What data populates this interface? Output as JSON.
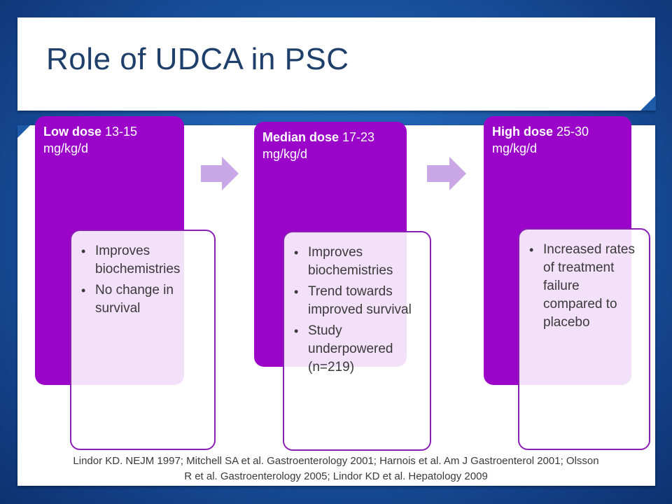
{
  "slide": {
    "title": "Role of UDCA in PSC"
  },
  "stages": [
    {
      "heading_bold": "Low dose",
      "heading_rest": " 13-15 mg/kg/d",
      "bullets": [
        "Improves biochemistries",
        "No change in survival"
      ]
    },
    {
      "heading_bold": "Median dose",
      "heading_rest": " 17-23 mg/kg/d",
      "bullets": [
        "Improves biochemistries",
        "Trend towards improved survival",
        "Study underpowered (n=219)"
      ]
    },
    {
      "heading_bold": "High dose",
      "heading_rest": " 25-30 mg/kg/d",
      "bullets": [
        "Increased rates of treatment failure compared to placebo"
      ]
    }
  ],
  "citation": "Lindor KD. NEJM 1997; Mitchell SA et al. Gastroenterology 2001; Harnois et al. Am J Gastroenterol 2001; Olsson R et al. Gastroenterology 2005; Lindor KD et al. Hepatology 2009",
  "colors": {
    "stage_fill": "#9b05c9",
    "detail_border": "#8a1fb6",
    "arrow": "#c9a6e6",
    "title_text": "#1f3f6b"
  }
}
